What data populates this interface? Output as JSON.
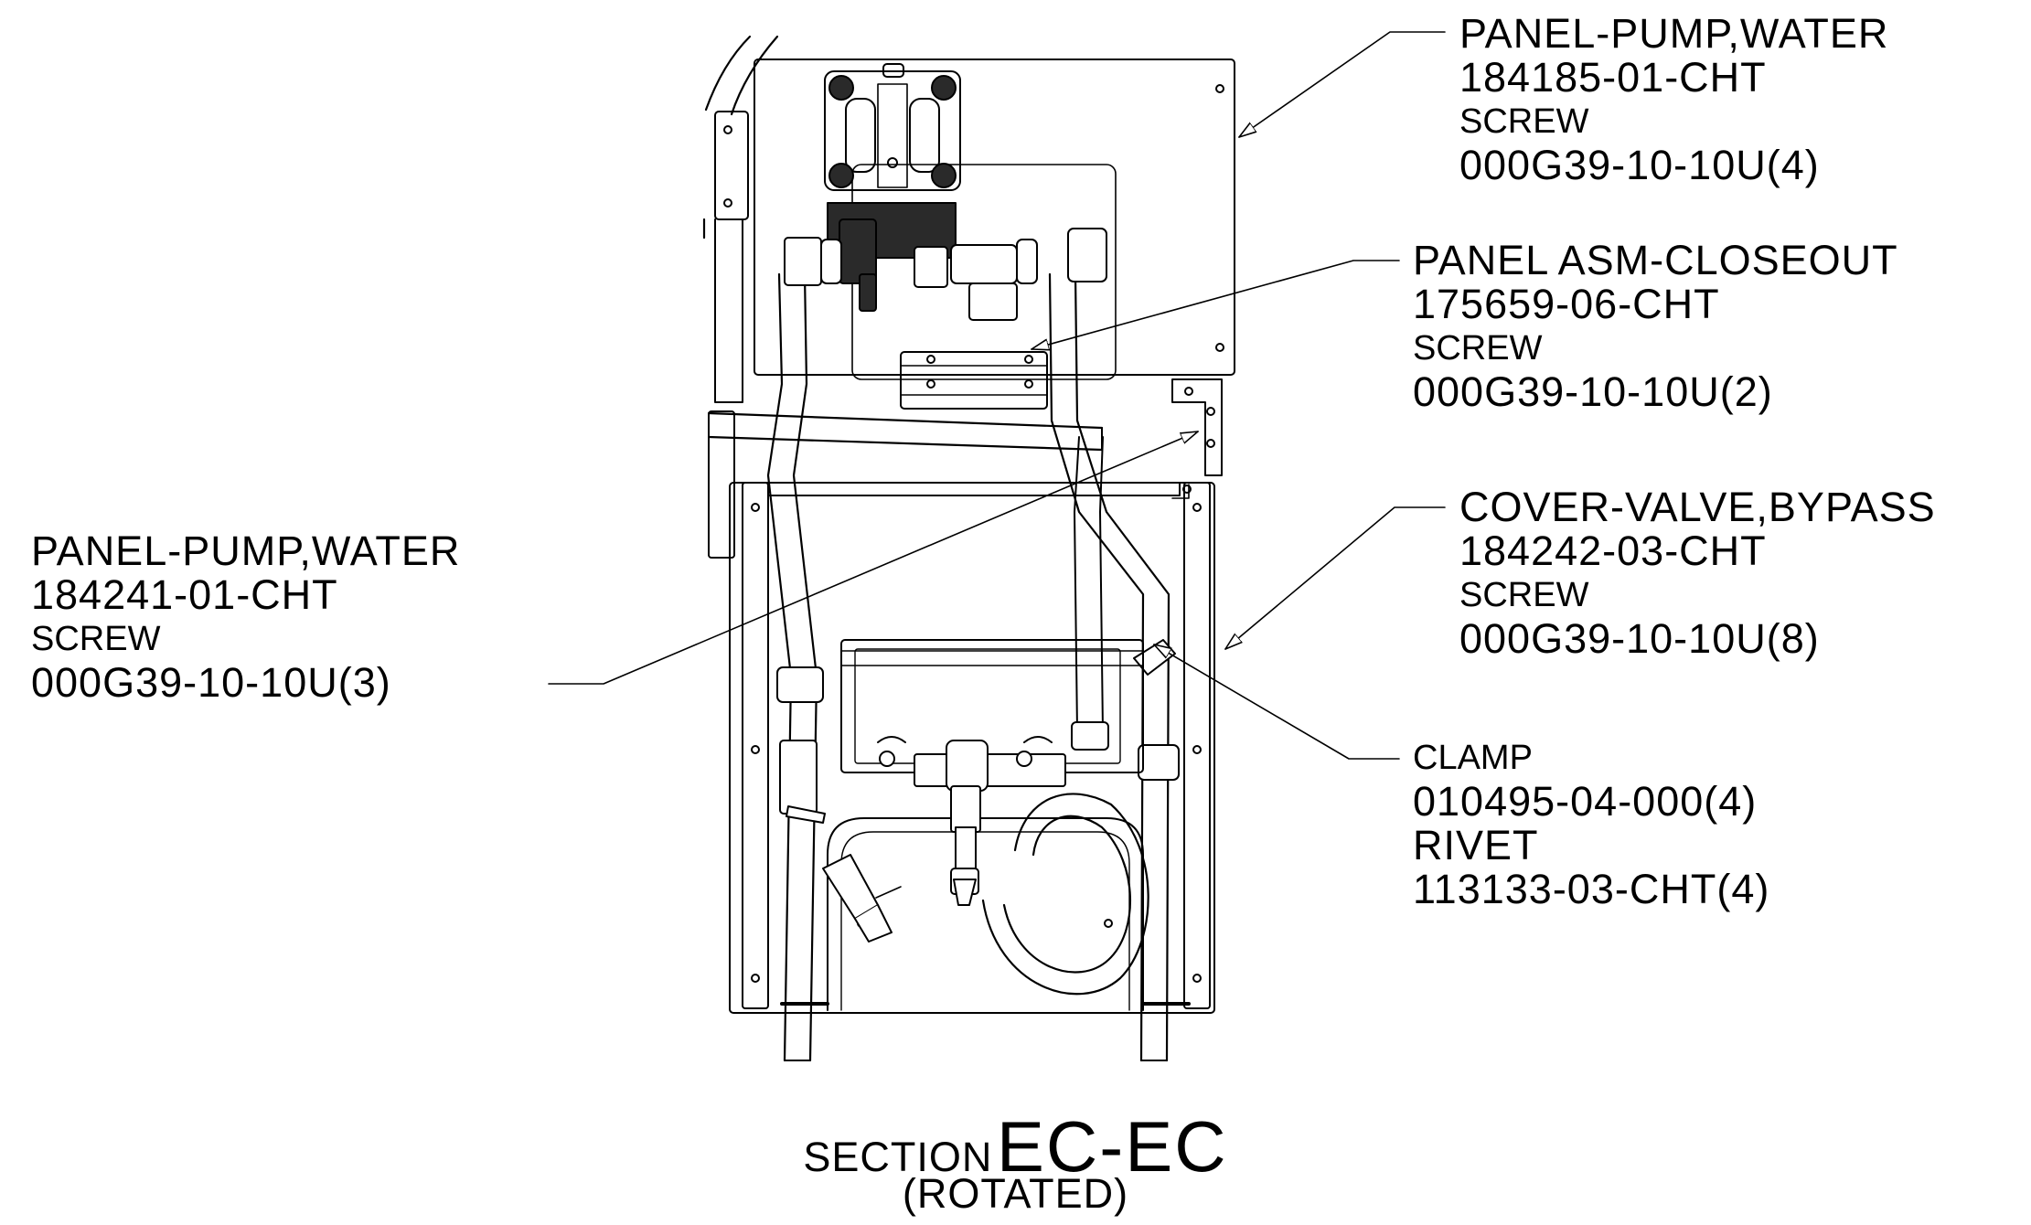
{
  "colors": {
    "ink": "#000000",
    "paper": "#ffffff",
    "hose_fill": "#ffffff",
    "fitting_fill": "#2a2a2a"
  },
  "callouts": {
    "panel_pump_water_upper": {
      "part_name": "PANEL-PUMP,WATER",
      "part_number": "184185-01-CHT",
      "fastener_name": "SCREW",
      "fastener_number": "000G39-10-10U(4)"
    },
    "panel_asm_closeout": {
      "part_name": "PANEL ASM-CLOSEOUT",
      "part_number": "175659-06-CHT",
      "fastener_name": "SCREW",
      "fastener_number": "000G39-10-10U(2)"
    },
    "cover_valve_bypass": {
      "part_name": "COVER-VALVE,BYPASS",
      "part_number": "184242-03-CHT",
      "fastener_name": "SCREW",
      "fastener_number": "000G39-10-10U(8)"
    },
    "clamp": {
      "part_name": "CLAMP",
      "part_number": "010495-04-000(4)",
      "fastener_name": "RIVET",
      "fastener_number": "113133-03-CHT(4)"
    },
    "panel_pump_water_lower": {
      "part_name": "PANEL-PUMP,WATER",
      "part_number": "184241-01-CHT",
      "fastener_name": "SCREW",
      "fastener_number": "000G39-10-10U(3)"
    }
  },
  "section_title": {
    "word": "SECTION",
    "id": "EC-EC",
    "note": "(ROTATED)"
  },
  "icons": {
    "leader_arrow": "open-arrowhead-icon",
    "fastener_hole": "screw-hole-icon",
    "pump_head": "water-pump-icon",
    "bypass_valve": "valve-icon",
    "hose_clamp": "clamp-icon"
  }
}
